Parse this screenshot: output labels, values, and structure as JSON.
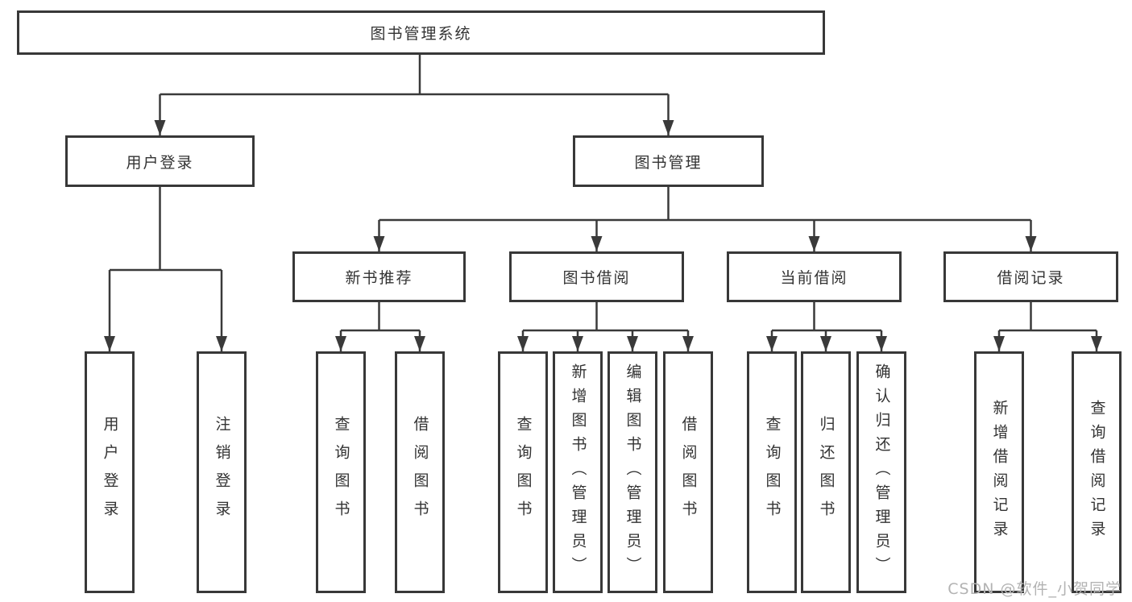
{
  "diagram_title": "图书管理系统",
  "tree": {
    "label": "图书管理系统",
    "children": [
      {
        "label": "用户登录",
        "children": [
          {
            "label": "用户登录"
          },
          {
            "label": "注销登录"
          }
        ]
      },
      {
        "label": "图书管理",
        "children": [
          {
            "label": "新书推荐",
            "children": [
              {
                "label": "查询图书"
              },
              {
                "label": "借阅图书"
              }
            ]
          },
          {
            "label": "图书借阅",
            "children": [
              {
                "label": "查询图书"
              },
              {
                "label": "新增图书（管理员）"
              },
              {
                "label": "编辑图书（管理员）"
              },
              {
                "label": "借阅图书"
              }
            ]
          },
          {
            "label": "当前借阅",
            "children": [
              {
                "label": "查询图书"
              },
              {
                "label": "归还图书"
              },
              {
                "label": "确认归还（管理员）"
              }
            ]
          },
          {
            "label": "借阅记录",
            "children": [
              {
                "label": "新增借阅记录"
              },
              {
                "label": "查询借阅记录"
              }
            ]
          }
        ]
      }
    ]
  },
  "watermark": "CSDN @软件_小贺同学",
  "colors": {
    "line": "#3a3a3a",
    "box_border": "#383838",
    "box_fill": "#ffffff",
    "text": "#333333",
    "watermark": "#b3b3b3"
  }
}
